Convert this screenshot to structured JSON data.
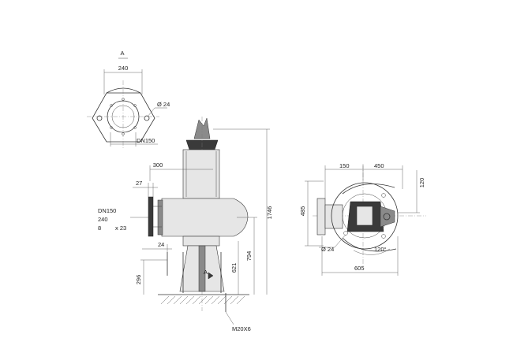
{
  "labels": {
    "view_a_top": "A",
    "view_a_bottom": "A",
    "dim_240_top": "240",
    "dim_phi24_top": "Ø 24",
    "dim_dn150_top": "DN150",
    "dim_300": "300",
    "dim_27": "27",
    "dim_1746": "1746",
    "flange_dn": "DN150",
    "flange_240": "240",
    "flange_8": "8",
    "flange_x23": "x 23",
    "dim_24_side": "24",
    "dim_794": "794",
    "dim_621": "621",
    "dim_296": "296",
    "dim_m20x6": "M20X6",
    "dim_150": "150",
    "dim_450": "450",
    "dim_120_v": "120",
    "dim_485": "485",
    "dim_phi24_plan": "Ø 24",
    "dim_120_angle": "120°",
    "dim_605": "605"
  }
}
